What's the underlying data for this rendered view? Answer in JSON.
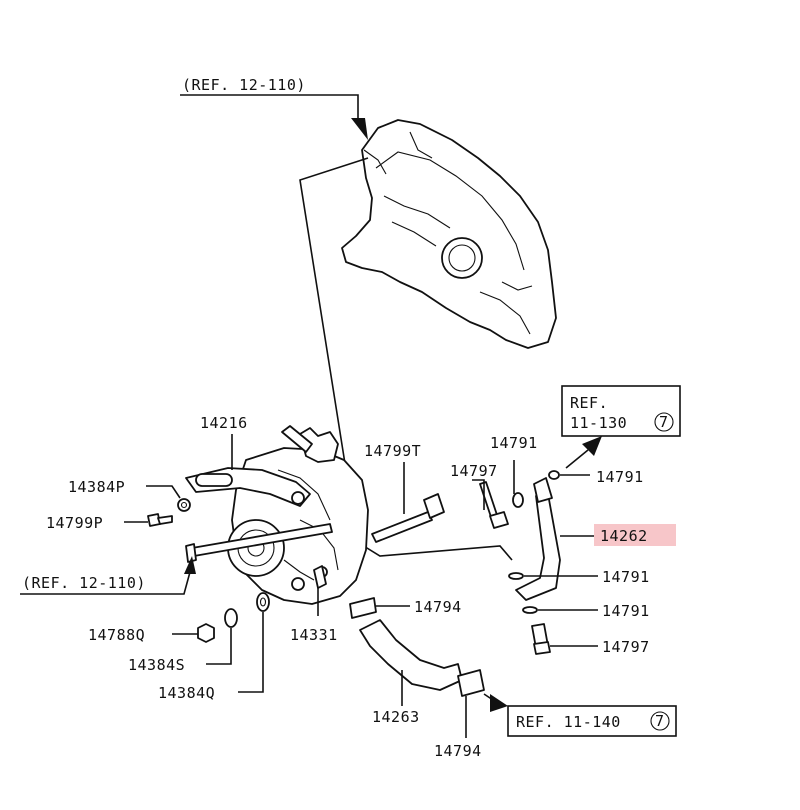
{
  "refs": {
    "top": "(REF. 12-110)",
    "left": "(REF. 12-110)",
    "upper_right_line1": "REF.",
    "upper_right_line2": "11-130",
    "upper_right_circle": "7",
    "lower_right": "REF. 11-140",
    "lower_right_circle": "7"
  },
  "parts": {
    "p14216": "14216",
    "p14384P": "14384P",
    "p14799P": "14799P",
    "p14799T": "14799T",
    "p14791_a": "14791",
    "p14797_a": "14797",
    "p14791_b": "14791",
    "p14262": "14262",
    "p14791_c": "14791",
    "p14791_d": "14791",
    "p14794_a": "14794",
    "p14797_b": "14797",
    "p14331": "14331",
    "p14788Q": "14788Q",
    "p14384S": "14384S",
    "p14384Q": "14384Q",
    "p14263": "14263",
    "p14794_b": "14794"
  },
  "highlight_color": "#f7c6c9"
}
